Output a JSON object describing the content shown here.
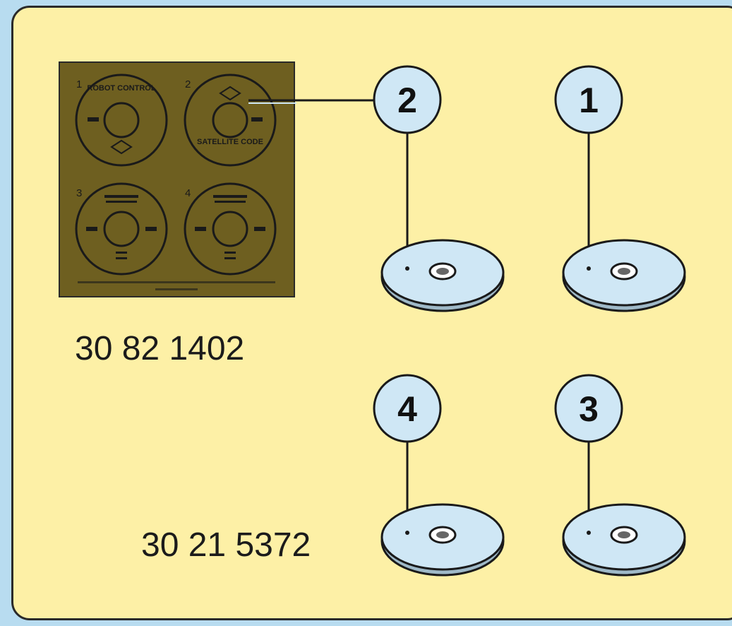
{
  "part_numbers": {
    "label_sheet": "30 82 1402",
    "discs": "30 21 5372"
  },
  "callouts": [
    "2",
    "1",
    "4",
    "3"
  ],
  "label_sheet": {
    "positions": [
      "1",
      "2",
      "3",
      "4"
    ],
    "label_1": "ROBOT CONTROL",
    "label_2": "SATELLITE CODE"
  },
  "colors": {
    "background": "#fdf0a6",
    "frame": "#b8dcf0",
    "disc": "#cfe7f5",
    "label_sheet": "#6e5f20"
  },
  "icons": [
    "disc-icon",
    "label-sheet-icon"
  ]
}
